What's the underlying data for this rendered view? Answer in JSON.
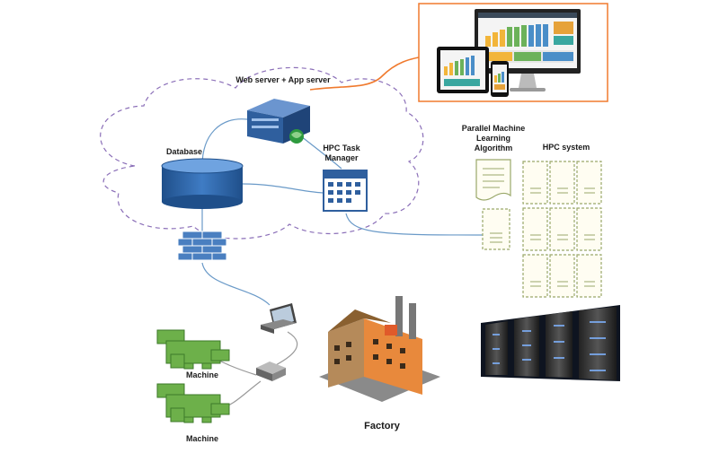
{
  "labels": {
    "web_server": "Web server + App server",
    "database": "Database",
    "hpc_task_manager": "HPC Task\nManager",
    "parallel_ml": "Parallel Machine\nLearning\nAlgorithm",
    "hpc_system": "HPC system",
    "machine_1": "Machine",
    "machine_2": "Machine",
    "factory": "Factory"
  },
  "colors": {
    "cloud_outline": "#8b6fb8",
    "link_blue": "#6a9ac8",
    "link_orange": "#f07a2e",
    "server_blue": "#2f5f9e",
    "hpc_cabinet": "#9aa86a",
    "machine_green": "#5a9a3a",
    "factory_orange": "#e8893c"
  },
  "icons": {
    "web_server": "server-icon",
    "database": "database-icon",
    "task_manager": "calendar-icon",
    "firewall": "firewall-icon",
    "laptop": "laptop-icon",
    "gateway": "router-icon",
    "document": "document-icon",
    "factory": "factory-icon",
    "datacenter": "server-rack-icon",
    "dashboard": "dashboard-devices-icon"
  }
}
